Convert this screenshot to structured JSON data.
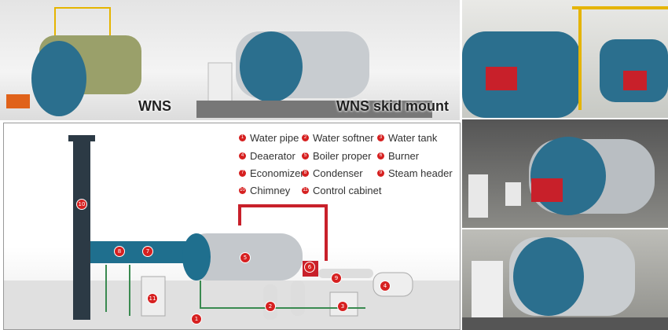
{
  "top_panel": {
    "label_left": "WNS",
    "label_right": "WNS skid mount"
  },
  "legend": [
    {
      "n": "1",
      "label": "Water pipe"
    },
    {
      "n": "2",
      "label": "Water softner"
    },
    {
      "n": "3",
      "label": "Water tank"
    },
    {
      "n": "4",
      "label": "Deaerator"
    },
    {
      "n": "5",
      "label": "Boiler proper"
    },
    {
      "n": "6",
      "label": "Burner"
    },
    {
      "n": "7",
      "label": "Economizer"
    },
    {
      "n": "8",
      "label": "Condenser"
    },
    {
      "n": "9",
      "label": "Steam header"
    },
    {
      "n": "10",
      "label": "Chimney"
    },
    {
      "n": "11",
      "label": "Control cabinet"
    }
  ],
  "colors": {
    "marker": "#d62020",
    "boiler_blue": "#2b6f8e",
    "burner_red": "#c8202a"
  }
}
